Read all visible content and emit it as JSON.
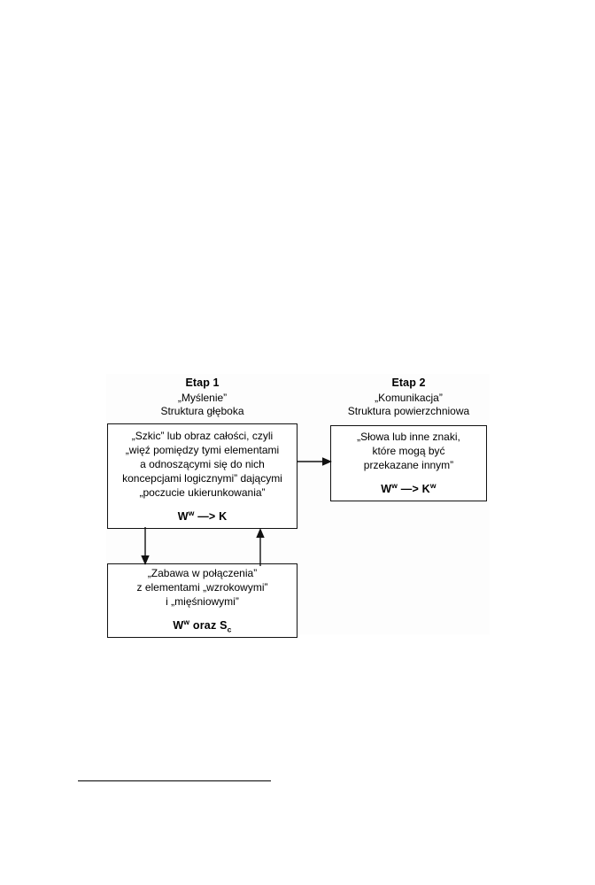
{
  "document": {
    "page_background": "#ffffff",
    "ink_color": "#111111"
  },
  "figure": {
    "columns": [
      {
        "id": "stage-1",
        "stage_label": "Etap 1",
        "subtitle_line_1": "„Myślenie”",
        "subtitle_line_2": "Struktura głęboka"
      },
      {
        "id": "stage-2",
        "stage_label": "Etap 2",
        "subtitle_line_1": "„Komunikacja”",
        "subtitle_line_2": "Struktura powierzchniowa"
      }
    ],
    "boxes": [
      {
        "id": "deep-structure",
        "text": "„Szkic” lub obraz całości, czyli\n„więź pomiędzy tymi elementami\na odnoszącymi się do nich\nkoncepcjami logicznymi” dającymi\n„poczucie ukierunkowania”",
        "formula": {
          "base_1": "W",
          "sup_1": "w",
          "operator": " —> ",
          "base_2": "K",
          "sup_2": ""
        }
      },
      {
        "id": "surface-structure",
        "text": "„Słowa lub inne znaki,\nktóre mogą być\nprzekazane innym”",
        "formula": {
          "base_1": "W",
          "sup_1": "w",
          "operator": " —> ",
          "base_2": "K",
          "sup_2": "w"
        }
      },
      {
        "id": "play-of-connections",
        "text": "„Zabawa w połączenia”\nz elementami „wzrokowymi”\ni „mięśniowymi”",
        "formula": {
          "base_1": "W",
          "sup_1": "w",
          "operator": " oraz ",
          "base_2": "S",
          "sub_2": "c"
        }
      }
    ],
    "arrows": [
      {
        "id": "deep-to-surface",
        "direction": "right"
      },
      {
        "id": "deep-to-play",
        "direction": "down"
      },
      {
        "id": "play-to-deep",
        "direction": "up"
      }
    ]
  }
}
